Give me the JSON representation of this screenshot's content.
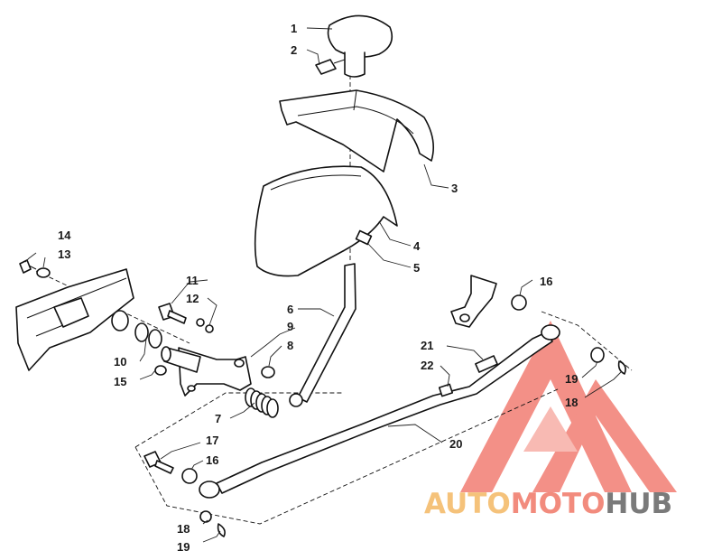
{
  "callouts": [
    {
      "id": "c1",
      "label": "1"
    },
    {
      "id": "c2",
      "label": "2"
    },
    {
      "id": "c3",
      "label": "3"
    },
    {
      "id": "c4",
      "label": "4"
    },
    {
      "id": "c5",
      "label": "5"
    },
    {
      "id": "c6",
      "label": "6"
    },
    {
      "id": "c7",
      "label": "7"
    },
    {
      "id": "c8",
      "label": "8"
    },
    {
      "id": "c9",
      "label": "9"
    },
    {
      "id": "c10",
      "label": "10"
    },
    {
      "id": "c11",
      "label": "11"
    },
    {
      "id": "c12",
      "label": "12"
    },
    {
      "id": "c13",
      "label": "13"
    },
    {
      "id": "c14",
      "label": "14"
    },
    {
      "id": "c15",
      "label": "15"
    },
    {
      "id": "c16a",
      "label": "16"
    },
    {
      "id": "c16b",
      "label": "16"
    },
    {
      "id": "c17",
      "label": "17"
    },
    {
      "id": "c18a",
      "label": "18"
    },
    {
      "id": "c18b",
      "label": "18"
    },
    {
      "id": "c19a",
      "label": "19"
    },
    {
      "id": "c19b",
      "label": "19"
    },
    {
      "id": "c20",
      "label": "20"
    },
    {
      "id": "c21",
      "label": "21"
    },
    {
      "id": "c22",
      "label": "22"
    }
  ],
  "watermark": {
    "part1": "AUTO",
    "part2": "MOTO",
    "part3": "HUB",
    "color1": "#f5c27a",
    "color2": "#f28b7d",
    "color3": "#7a7a7a",
    "logo_color": "#f06b5f"
  }
}
